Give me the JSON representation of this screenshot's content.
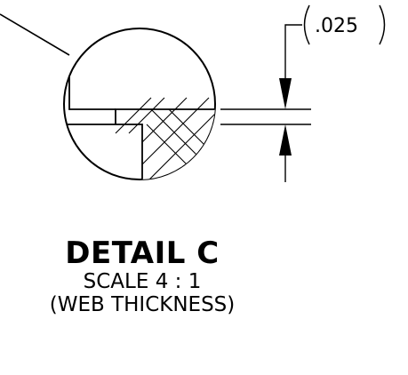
{
  "dimension": {
    "value": ".025"
  },
  "detail": {
    "title": "DETAIL C",
    "scale": "SCALE 4 : 1",
    "note": "(WEB THICKNESS)"
  }
}
